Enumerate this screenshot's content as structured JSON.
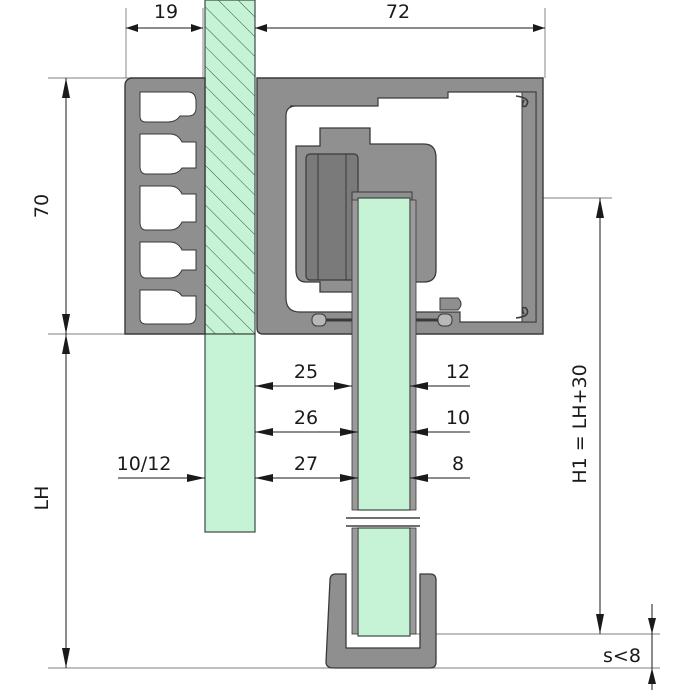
{
  "colors": {
    "glass": "#c6f2d6",
    "glass_edge": "#3c4a42",
    "profile": "#8f8f8f",
    "profile_dark": "#6f6f6f",
    "profile_edge": "#3a3a3a",
    "hole": "#ffffff",
    "line": "#1a1a1a"
  },
  "dimensions": {
    "fixed_panel_width": "19",
    "track_width": "72",
    "track_height": "70",
    "light_height": "LH",
    "panel_height_formula": "H1 = LH+30",
    "floor_gap": "s<8",
    "fixed_glass_thickness": "10/12",
    "gap_rows": [
      {
        "distance": "25",
        "glass": "12"
      },
      {
        "distance": "26",
        "glass": "10"
      },
      {
        "distance": "27",
        "glass": "8"
      }
    ]
  }
}
